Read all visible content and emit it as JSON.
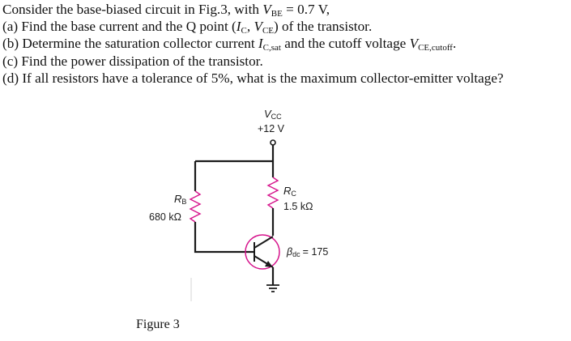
{
  "problem": {
    "intro": {
      "before": "Consider the base-biased circuit in Fig.3, with ",
      "vbe_v": "V",
      "vbe_sub": "BE",
      "after": " = 0.7 V,"
    },
    "part_a": {
      "before": "(a) Find the base current and the Q point (",
      "ic_v": "I",
      "ic_sub": "C",
      "sep": ", ",
      "vce_v": "V",
      "vce_sub": "CE",
      "after": ") of the transistor."
    },
    "part_b": {
      "before": "(b) Determine the saturation collector current ",
      "ic_v": "I",
      "ic_sub": "C,sat",
      "mid": " and the cutoff voltage ",
      "vce_v": "V",
      "vce_sub": "CE,cutoff",
      "after": "."
    },
    "part_c": "(c) Find the power dissipation of the transistor.",
    "part_d": "(d) If all resistors have a tolerance of 5%, what is the maximum collector-emitter voltage?"
  },
  "circuit": {
    "vcc_symbol": "V",
    "vcc_sub": "CC",
    "vcc_value": "+12 V",
    "rb_symbol": "R",
    "rb_sub": "B",
    "rb_value": "680 kΩ",
    "rc_symbol": "R",
    "rc_sub": "C",
    "rc_value": "1.5 kΩ",
    "beta_symbol": "β",
    "beta_sub": "dc",
    "beta_value": "= 175"
  },
  "caption": "Figure 3",
  "colors": {
    "wire": "#1a1a1a",
    "resistor": "#d6148c",
    "transistor_circle": "#d6148c"
  }
}
